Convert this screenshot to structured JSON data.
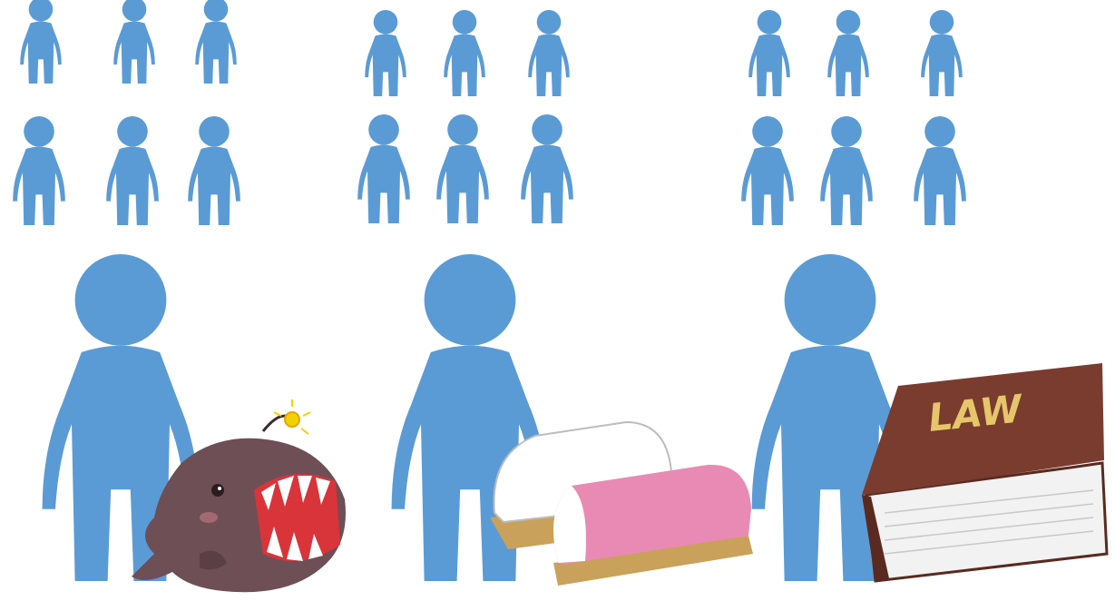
{
  "colors": {
    "person": "#5b9bd5",
    "background": "#ffffff",
    "anglerfish": "#6e4f55",
    "anglerfish_mouth": "#d9343a",
    "kamaboko_white": "#ffffff",
    "kamaboko_pink": "#e98ab4",
    "wooden_board": "#caa15a",
    "book_cover": "#7a3c2e",
    "book_pages": "#f2f2f2",
    "book_title": "#e6c66a"
  },
  "groups": [
    {
      "name": "group-anglerfish",
      "item_icon": "anglerfish-icon"
    },
    {
      "name": "group-kamaboko",
      "item_icon": "kamaboko-icon"
    },
    {
      "name": "group-law",
      "item_icon": "law-book-icon"
    }
  ],
  "law_book": {
    "title": "LAW"
  }
}
